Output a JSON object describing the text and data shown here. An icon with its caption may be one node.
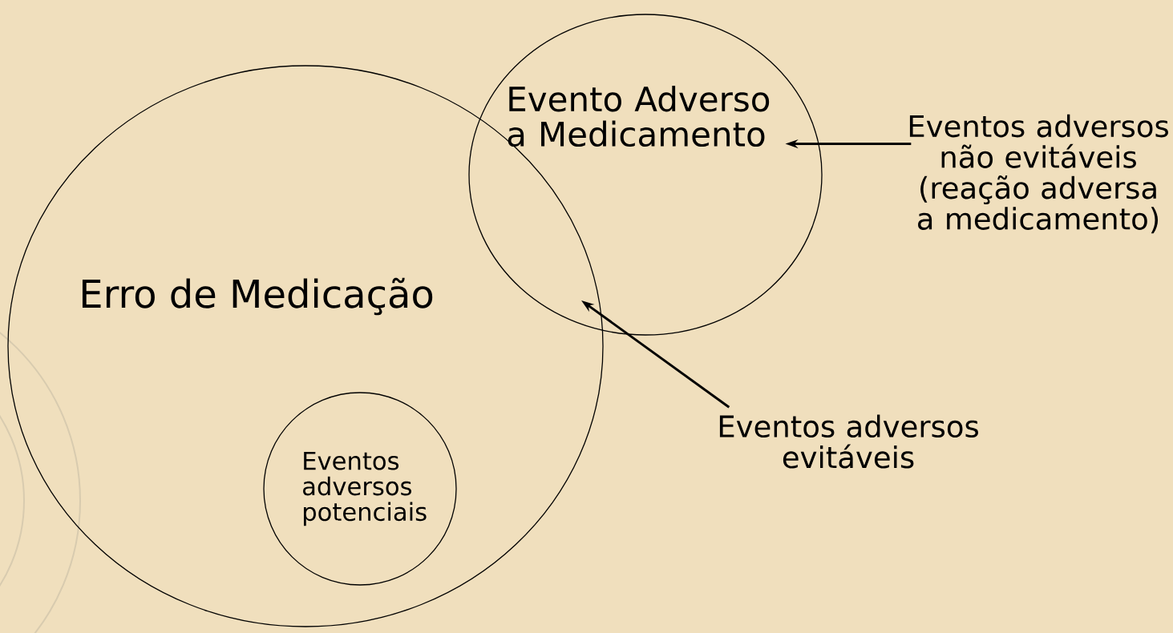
{
  "diagram": {
    "nodes": [
      {
        "text": [
          "Erro de Medicação"
        ]
      },
      {
        "text": [
          "Eventos adversos potenciais"
        ],
        "in": 0
      },
      {
        "text": [
          "Evento Adverso a Medicamento"
        ]
      },
      {
        "text": [
          "Eventos adversos não evitáveis (reação adversa a medicamento)"
        ]
      },
      {
        "text": [
          "Eventos adversos evitáveis"
        ]
      }
    ],
    "edges": [
      {
        "from": 3,
        "to": 2,
        "arrow": "to"
      },
      {
        "from": 4,
        "to": 2,
        "arrow": "to"
      }
    ]
  }
}
